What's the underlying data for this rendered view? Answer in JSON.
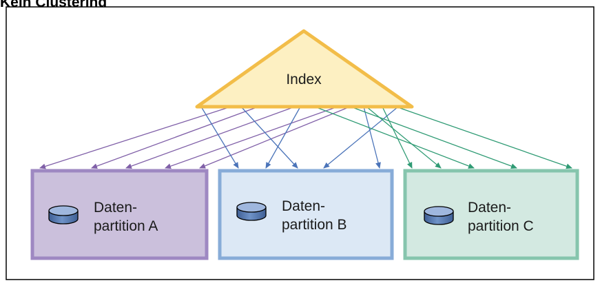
{
  "title": "Kein Clustering",
  "index": {
    "label": "Index"
  },
  "partitions": [
    {
      "line1": "Daten-",
      "line2": "partition A"
    },
    {
      "line1": "Daten-",
      "line2": "partition B"
    },
    {
      "line1": "Daten-",
      "line2": "partition C"
    }
  ],
  "colors": {
    "index_fill": "#fdf0c2",
    "index_edge": "#f2bd49",
    "arrow_a": "#8060a8",
    "arrow_b": "#4b74b9",
    "arrow_c": "#2f9b74",
    "partition_a_fill": "#cbc0dc",
    "partition_a_border": "#9e88c2",
    "partition_b_fill": "#dce8f5",
    "partition_b_border": "#88acd8",
    "partition_c_fill": "#d3e9e1",
    "partition_c_border": "#86c5ad",
    "disk_fill": "#5c7fb6",
    "frame": "#000000"
  }
}
